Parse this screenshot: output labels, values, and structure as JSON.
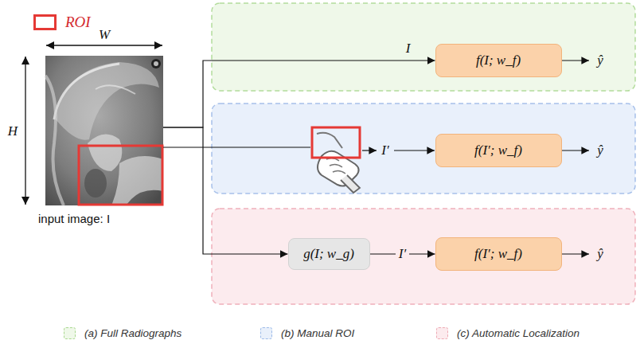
{
  "diagram": {
    "nodes": [
      {
        "text": [
          "input image: I"
        ]
      },
      {
        "text": [
          "f(I; w_f)"
        ]
      },
      {
        "text": [
          "f(I′; w_f)"
        ]
      },
      {
        "text": [
          "g(I; w_g)"
        ]
      },
      {
        "text": [
          "f(I′; w_f)"
        ]
      }
    ],
    "edges": [
      {
        "from": 0,
        "to": 1,
        "arrow": "to",
        "label": "I"
      },
      {
        "from": 0,
        "to": 3,
        "arrow": "to"
      },
      {
        "from": 3,
        "to": 4,
        "arrow": "to",
        "label": "I′"
      }
    ],
    "labels": [
      "W",
      "H",
      "I′",
      "ŷ",
      "ŷ",
      "ŷ"
    ],
    "legend": [
      {
        "text": "ROI"
      },
      {
        "text": "(a) Full Radiographs",
        "color": "#eff8e9"
      },
      {
        "text": "(b) Manual ROI",
        "color": "#e9f0fb"
      },
      {
        "text": "(c) Automatic Localization",
        "color": "#fcebee"
      }
    ]
  }
}
